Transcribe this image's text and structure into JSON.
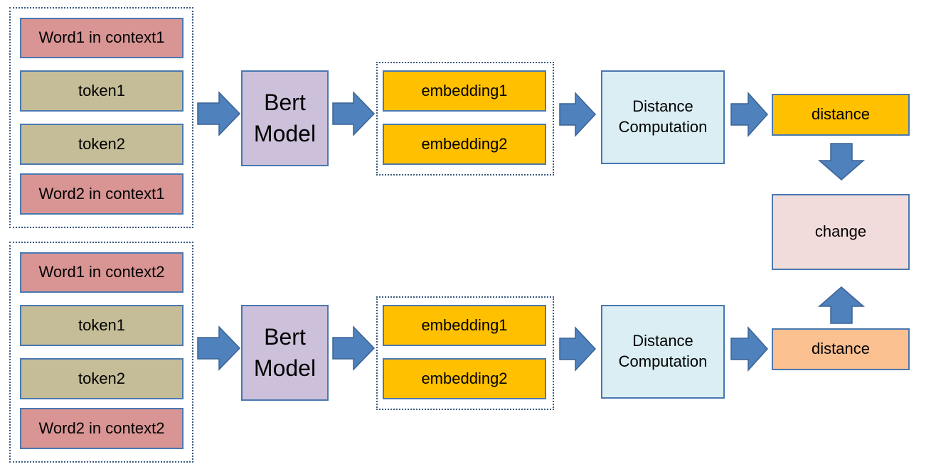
{
  "rows": [
    {
      "inputs": [
        "Word1 in context1",
        "token1",
        "token2",
        "Word2 in context1"
      ],
      "model": "Bert\nModel",
      "embeddings": [
        "embedding1",
        "embedding2"
      ],
      "computation": "Distance\nComputation",
      "output": "distance"
    },
    {
      "inputs": [
        "Word1 in context2",
        "token1",
        "token2",
        "Word2 in context2"
      ],
      "model": "Bert\nModel",
      "embeddings": [
        "embedding1",
        "embedding2"
      ],
      "computation": "Distance\nComputation",
      "output": "distance"
    }
  ],
  "result": "change",
  "colors": {
    "word": "#d99594",
    "token": "#c4bd97",
    "model": "#ccc0da",
    "embedding": "#ffc000",
    "computation": "#daeef3",
    "distance_top": "#ffc000",
    "distance_bottom": "#fac090",
    "change": "#f2dcdb",
    "arrow": "#4f81bd",
    "border": "#4a78b0"
  }
}
